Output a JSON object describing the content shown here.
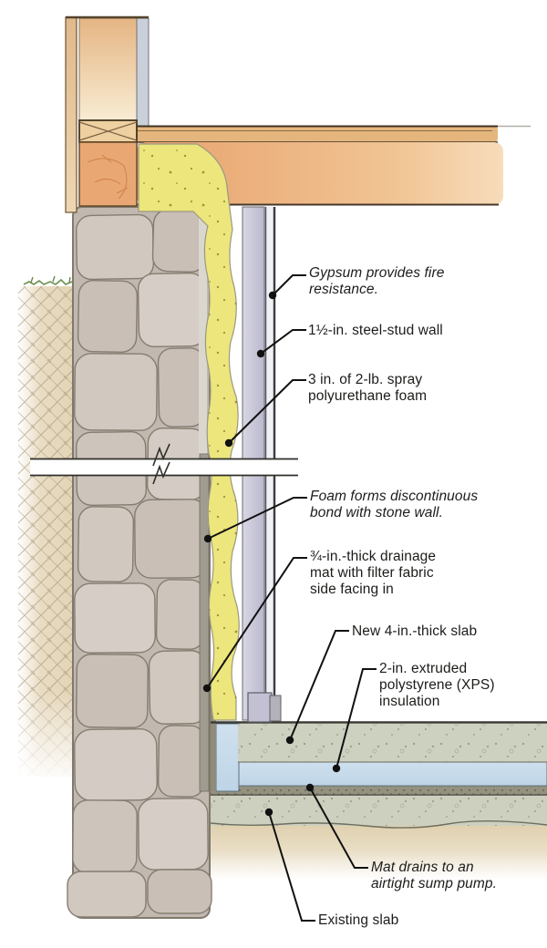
{
  "figure": {
    "kind": "construction-section-detail",
    "labels": [
      {
        "id": "gypsum",
        "text": "Gypsum provides fire\nresistance.",
        "style": "italic"
      },
      {
        "id": "steel-stud",
        "text": "1½-in. steel-stud wall",
        "style": "normal"
      },
      {
        "id": "spray-foam",
        "text": "3 in. of 2-lb. spray\npolyurethane foam",
        "style": "normal"
      },
      {
        "id": "foam-bond",
        "text": "Foam forms discontinuous\nbond with stone wall.",
        "style": "italic"
      },
      {
        "id": "drainage-mat",
        "text": "¾-in.-thick drainage\nmat with filter fabric\nside facing in",
        "style": "normal"
      },
      {
        "id": "new-slab",
        "text": "New 4-in.-thick slab",
        "style": "normal"
      },
      {
        "id": "xps",
        "text": "2-in. extruded\npolystyrene (XPS)\ninsulation",
        "style": "normal"
      },
      {
        "id": "mat-drains",
        "text": "Mat drains to an\nairtight sump pump.",
        "style": "italic"
      },
      {
        "id": "existing-slab",
        "text": "Existing slab",
        "style": "normal"
      }
    ],
    "palette": {
      "spray_foam": "#ece67c",
      "stone": "#cdc4bc",
      "wood_framing": "#e9a873",
      "wood_sheathing": "#e6c295",
      "subfloor": "#e4b67e",
      "steel_stud": "#c6c4d7",
      "gypsum_board": "#f1f1f5",
      "gypsum_upper_wall": "#cad0da",
      "xps_insulation": "#c5daeb",
      "concrete_slab": "#cdd0bf",
      "drainage_mat": "#94917f",
      "soil": "#e7dabe",
      "grass": "#6f9454",
      "leader_line": "#111111",
      "text": "#1c1c1a"
    }
  }
}
